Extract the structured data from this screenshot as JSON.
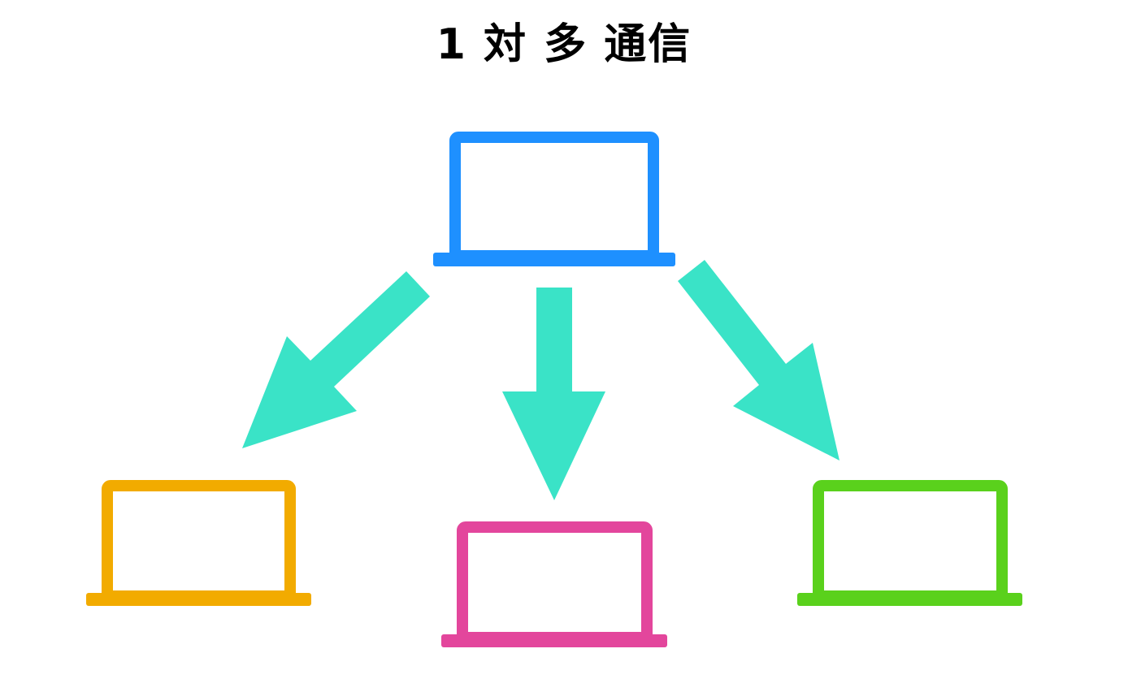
{
  "title": "1 対 多 通信",
  "colors": {
    "arrow": "#3ae3c7",
    "source": "#1e90ff",
    "left_target": "#f2ab00",
    "center_target": "#e3469c",
    "right_target": "#5ad11c",
    "background": "#ffffff"
  },
  "nodes": [
    {
      "id": "source",
      "icon": "laptop-icon",
      "color_key": "source"
    },
    {
      "id": "left-target",
      "icon": "laptop-icon",
      "color_key": "left_target"
    },
    {
      "id": "center-target",
      "icon": "laptop-icon",
      "color_key": "center_target"
    },
    {
      "id": "right-target",
      "icon": "laptop-icon",
      "color_key": "right_target"
    }
  ],
  "edges": [
    {
      "from": "source",
      "to": "left-target"
    },
    {
      "from": "source",
      "to": "center-target"
    },
    {
      "from": "source",
      "to": "right-target"
    }
  ]
}
